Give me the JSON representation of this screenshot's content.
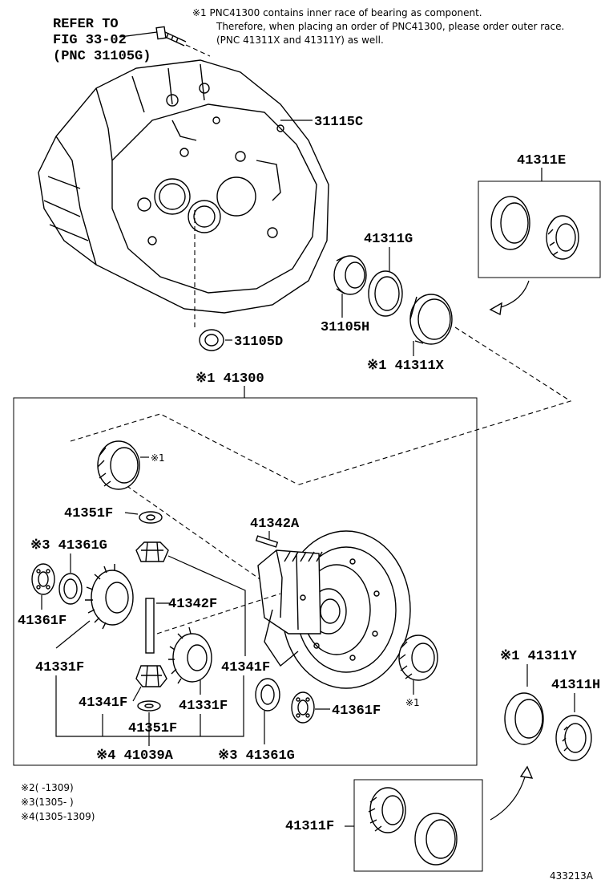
{
  "refer": {
    "line1": "REFER TO",
    "line2": "FIG 33-02",
    "line3": "(PNC 31105G)"
  },
  "note": {
    "line1": "※1 PNC41300 contains inner race of bearing as component.",
    "line2": "Therefore, when placing an order of PNC41300, please order outer race.",
    "line3": "(PNC 41311X and 41311Y) as well."
  },
  "labels": {
    "p31115C": "31115C",
    "p41311E": "41311E",
    "p41311G": "41311G",
    "p31105H": "31105H",
    "p31105D": "31105D",
    "p41311X": "※1 41311X",
    "p41300": "※1 41300",
    "mark1_top": "※1",
    "p41351F_top": "41351F",
    "p41342A": "41342A",
    "p41361G_top": "※3 41361G",
    "p41361F_left": "41361F",
    "p41342F": "41342F",
    "p41331F_left": "41331F",
    "p41341F_right": "41341F",
    "p41341F_bottom": "41341F",
    "p41331F_right": "41331F",
    "p41351F_bottom": "41351F",
    "p41361F_right": "41361F",
    "mark1_bottom": "※1",
    "p41039A": "※4 41039A",
    "p41361G_bottom": "※3 41361G",
    "p41311Y": "※1 41311Y",
    "p41311H": "41311H",
    "p41311F": "41311F"
  },
  "footnotes": {
    "f2": "※2(     -1309)",
    "f3": "※3(1305-      )",
    "f4": "※4(1305-1309)"
  },
  "figure_id": "433213A"
}
